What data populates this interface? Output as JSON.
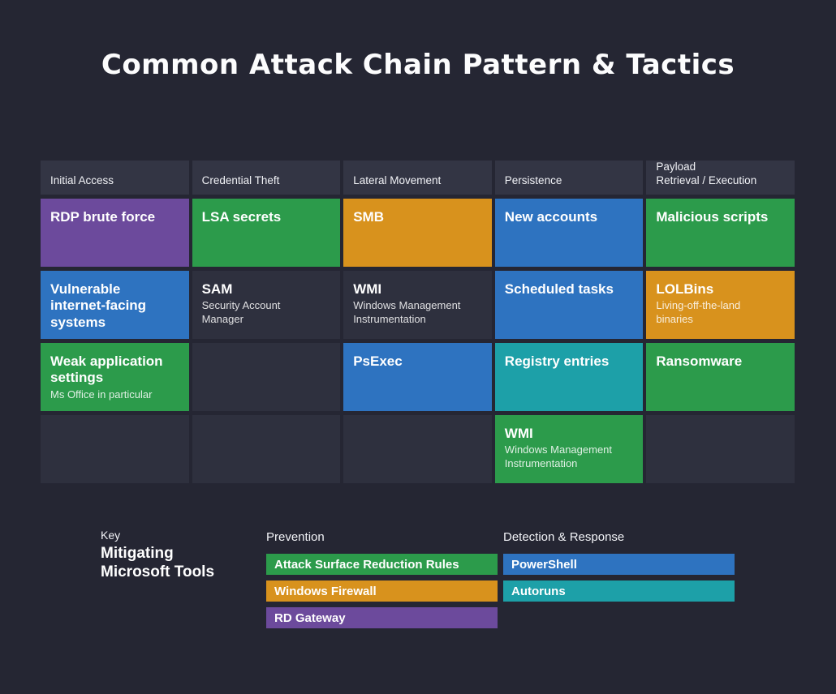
{
  "title": "Common Attack Chain Pattern & Tactics",
  "colors": {
    "background": "#252633",
    "header_cell": "#333544",
    "empty": "#2e303e",
    "green": "#2c9b4b",
    "orange": "#d8921d",
    "purple": "#6c4a9c",
    "blue": "#2e73c0",
    "teal": "#1da0a8",
    "dark": "#2e303e"
  },
  "columns": [
    {
      "header": "Initial Access",
      "cells": [
        {
          "title": "RDP brute force",
          "subtitle": "",
          "color": "purple"
        },
        {
          "title": "Vulnerable internet-facing systems",
          "subtitle": "",
          "color": "blue"
        },
        {
          "title": "Weak application settings",
          "subtitle": "Ms Office in particular",
          "color": "green"
        },
        {
          "title": "",
          "subtitle": "",
          "color": "empty"
        }
      ]
    },
    {
      "header": "Credential Theft",
      "cells": [
        {
          "title": "LSA secrets",
          "subtitle": "",
          "color": "green"
        },
        {
          "title": "SAM",
          "subtitle": "Security Account Manager",
          "color": "dark"
        },
        {
          "title": "",
          "subtitle": "",
          "color": "empty"
        },
        {
          "title": "",
          "subtitle": "",
          "color": "empty"
        }
      ]
    },
    {
      "header": "Lateral Movement",
      "cells": [
        {
          "title": "SMB",
          "subtitle": "",
          "color": "orange"
        },
        {
          "title": "WMI",
          "subtitle": "Windows Management Instrumentation",
          "color": "dark"
        },
        {
          "title": "PsExec",
          "subtitle": "",
          "color": "blue"
        },
        {
          "title": "",
          "subtitle": "",
          "color": "empty"
        }
      ]
    },
    {
      "header": "Persistence",
      "cells": [
        {
          "title": "New accounts",
          "subtitle": "",
          "color": "blue"
        },
        {
          "title": "Scheduled tasks",
          "subtitle": "",
          "color": "blue"
        },
        {
          "title": "Registry entries",
          "subtitle": "",
          "color": "teal"
        },
        {
          "title": "WMI",
          "subtitle": "Windows Management Instrumentation",
          "color": "green"
        }
      ]
    },
    {
      "header": "Payload\nRetrieval / Execution",
      "cells": [
        {
          "title": "Malicious scripts",
          "subtitle": "",
          "color": "green"
        },
        {
          "title": "LOLBins",
          "subtitle": "Living-off-the-land binaries",
          "color": "orange"
        },
        {
          "title": "Ransomware",
          "subtitle": "",
          "color": "green"
        },
        {
          "title": "",
          "subtitle": "",
          "color": "empty"
        }
      ]
    }
  ],
  "key": {
    "label": "Key",
    "title": "Mitigating Microsoft Tools",
    "groups": [
      {
        "heading": "Prevention",
        "items": [
          {
            "label": "Attack Surface Reduction Rules",
            "color": "green"
          },
          {
            "label": "Windows Firewall",
            "color": "orange"
          },
          {
            "label": "RD Gateway",
            "color": "purple"
          }
        ]
      },
      {
        "heading": "Detection & Response",
        "items": [
          {
            "label": "PowerShell",
            "color": "blue"
          },
          {
            "label": "Autoruns",
            "color": "teal"
          }
        ]
      }
    ]
  }
}
